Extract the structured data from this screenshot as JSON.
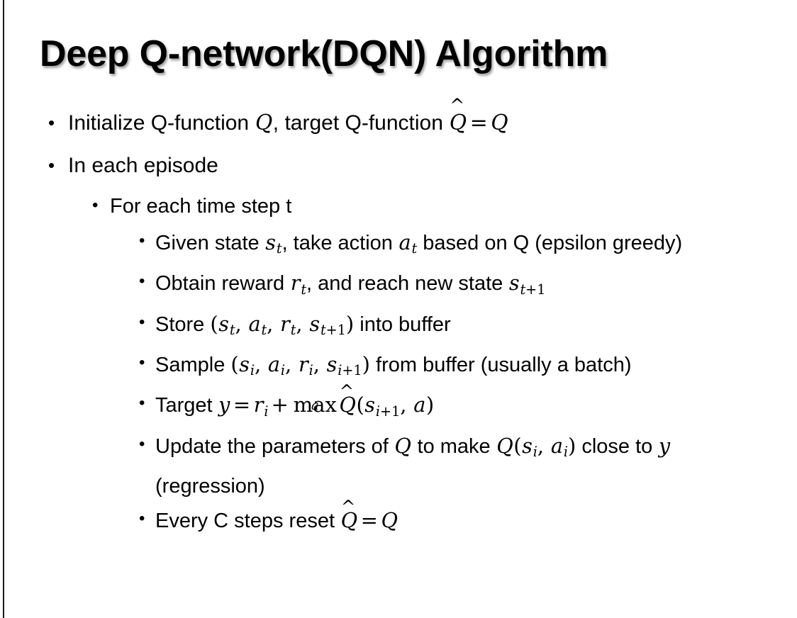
{
  "slide": {
    "title": "Deep Q-network(DQN) Algorithm",
    "background_color": "#ffffff",
    "text_color": "#000000",
    "border_color": "#1a1a1a",
    "bullet_glyph": "•"
  },
  "content": {
    "items": [
      {
        "level": 1,
        "id": "initialize-q-function",
        "plain_text": "Initialize Q-function Q, target Q-function Q̂ = Q",
        "segments": [
          {
            "type": "text",
            "value": "Initialize Q-function "
          },
          {
            "type": "var",
            "value": "Q"
          },
          {
            "type": "text",
            "value": ", target Q-function "
          },
          {
            "type": "var_hat",
            "value": "Q"
          },
          {
            "type": "op",
            "value": "="
          },
          {
            "type": "var",
            "value": "Q"
          }
        ]
      },
      {
        "level": 1,
        "id": "in-each-episode",
        "plain_text": "In each episode",
        "segments": [
          {
            "type": "text",
            "value": "In each episode"
          }
        ]
      },
      {
        "level": 2,
        "id": "for-each-time-step",
        "plain_text": "For each time step t",
        "segments": [
          {
            "type": "text",
            "value": "For each time step t"
          }
        ]
      },
      {
        "level": 3,
        "id": "given-state-take-action",
        "plain_text": "Given state s_t, take action a_t based on Q (epsilon greedy)",
        "segments": [
          {
            "type": "text",
            "value": "Given state "
          },
          {
            "type": "var_sub",
            "value": "s",
            "sub": "t"
          },
          {
            "type": "text",
            "value": ", take action "
          },
          {
            "type": "var_sub",
            "value": "a",
            "sub": "t"
          },
          {
            "type": "text",
            "value": " based on Q (epsilon greedy)"
          }
        ]
      },
      {
        "level": 3,
        "id": "obtain-reward",
        "plain_text": "Obtain reward r_t, and reach new state s_{t+1}",
        "segments": [
          {
            "type": "text",
            "value": "Obtain reward "
          },
          {
            "type": "var_sub",
            "value": "r",
            "sub": "t"
          },
          {
            "type": "text",
            "value": ", and reach new state "
          },
          {
            "type": "var_sub",
            "value": "s",
            "sub": "t+1"
          }
        ]
      },
      {
        "level": 3,
        "id": "store-into-buffer",
        "plain_text": "Store (s_t, a_t, r_t, s_{t+1}) into buffer",
        "segments": [
          {
            "type": "text",
            "value": "Store "
          },
          {
            "type": "paren",
            "value": "("
          },
          {
            "type": "var_sub",
            "value": "s",
            "sub": "t"
          },
          {
            "type": "punct",
            "value": ", "
          },
          {
            "type": "var_sub",
            "value": "a",
            "sub": "t"
          },
          {
            "type": "punct",
            "value": ", "
          },
          {
            "type": "var_sub",
            "value": "r",
            "sub": "t"
          },
          {
            "type": "punct",
            "value": ", "
          },
          {
            "type": "var_sub",
            "value": "s",
            "sub": "t+1"
          },
          {
            "type": "paren",
            "value": ")"
          },
          {
            "type": "text",
            "value": " into buffer"
          }
        ]
      },
      {
        "level": 3,
        "id": "sample-from-buffer",
        "plain_text": "Sample (s_i, a_i, r_i, s_{i+1}) from buffer (usually a batch)",
        "segments": [
          {
            "type": "text",
            "value": "Sample "
          },
          {
            "type": "paren",
            "value": "("
          },
          {
            "type": "var_sub",
            "value": "s",
            "sub": "i"
          },
          {
            "type": "punct",
            "value": ", "
          },
          {
            "type": "var_sub",
            "value": "a",
            "sub": "i"
          },
          {
            "type": "punct",
            "value": ", "
          },
          {
            "type": "var_sub",
            "value": "r",
            "sub": "i"
          },
          {
            "type": "punct",
            "value": ", "
          },
          {
            "type": "var_sub",
            "value": "s",
            "sub": "i+1"
          },
          {
            "type": "paren",
            "value": ")"
          },
          {
            "type": "text",
            "value": " from buffer (usually a batch)"
          }
        ]
      },
      {
        "level": 3,
        "id": "target-y",
        "plain_text": "Target y = r_i + max_a Q̂(s_{i+1}, a)",
        "segments": [
          {
            "type": "text",
            "value": "Target "
          },
          {
            "type": "var",
            "value": "y"
          },
          {
            "type": "op",
            "value": "="
          },
          {
            "type": "var_sub",
            "value": "r",
            "sub": "i"
          },
          {
            "type": "op",
            "value": "+"
          },
          {
            "type": "maxop",
            "value": "max",
            "under": "a"
          },
          {
            "type": "var_hat",
            "value": "Q"
          },
          {
            "type": "paren",
            "value": "("
          },
          {
            "type": "var_sub",
            "value": "s",
            "sub": "i+1"
          },
          {
            "type": "punct",
            "value": ", "
          },
          {
            "type": "var",
            "value": "a"
          },
          {
            "type": "paren",
            "value": ")"
          }
        ]
      },
      {
        "level": 3,
        "id": "update-parameters",
        "plain_text": "Update the parameters of Q to make Q(s_i, a_i) close to y (regression)",
        "segments": [
          {
            "type": "text",
            "value": "Update the parameters of "
          },
          {
            "type": "var",
            "value": "Q"
          },
          {
            "type": "text",
            "value": " to make "
          },
          {
            "type": "var",
            "value": "Q"
          },
          {
            "type": "paren",
            "value": "("
          },
          {
            "type": "var_sub",
            "value": "s",
            "sub": "i"
          },
          {
            "type": "punct",
            "value": ", "
          },
          {
            "type": "var_sub",
            "value": "a",
            "sub": "i"
          },
          {
            "type": "paren",
            "value": ")"
          },
          {
            "type": "text",
            "value": " close to "
          },
          {
            "type": "var",
            "value": "y"
          },
          {
            "type": "text",
            "value": " (regression)"
          }
        ]
      },
      {
        "level": 3,
        "id": "every-c-steps-reset",
        "plain_text": "Every C steps reset Q̂ = Q",
        "segments": [
          {
            "type": "text",
            "value": "Every C steps reset "
          },
          {
            "type": "var_hat",
            "value": "Q"
          },
          {
            "type": "op",
            "value": "="
          },
          {
            "type": "var",
            "value": "Q"
          }
        ]
      }
    ]
  }
}
